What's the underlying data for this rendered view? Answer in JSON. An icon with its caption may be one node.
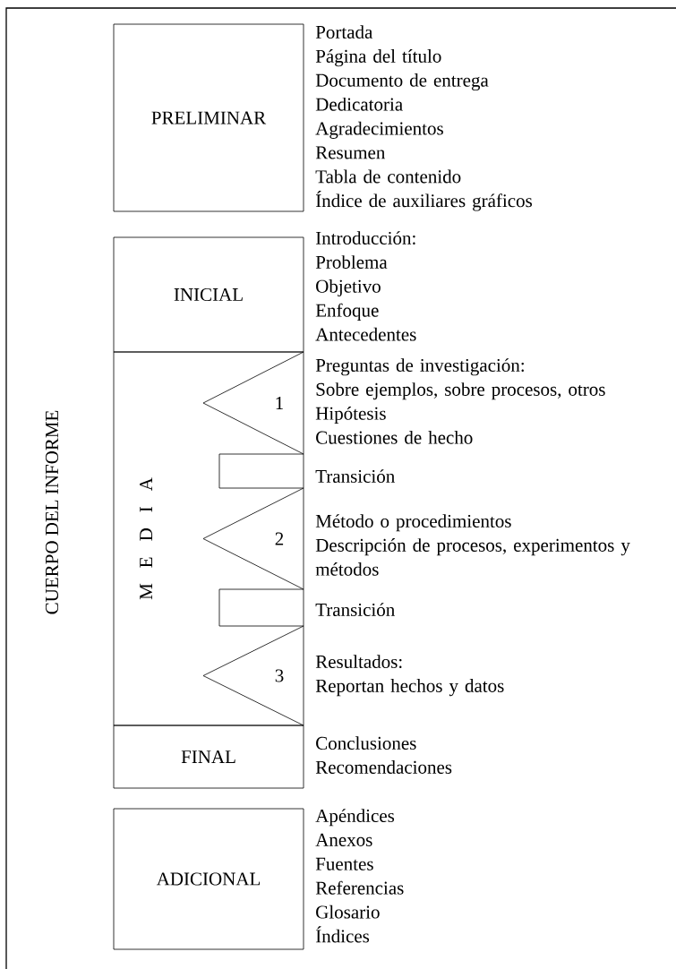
{
  "diagram": {
    "nodes": [
      {
        "text": [
          "PRELIMINAR"
        ],
        "beside": [
          "Portada",
          "Página del título",
          "Documento de entrega",
          "Dedicatoria",
          "Agradecimientos",
          "Resumen",
          "Tabla de contenido",
          "Índice de auxiliares gráficos"
        ]
      },
      {
        "text": [
          "INICIAL"
        ],
        "beside": [
          "Introducción:",
          "Problema",
          "Objetivo",
          "Enfoque",
          "Antecedentes"
        ]
      },
      {
        "text": [
          "M E D I A"
        ]
      },
      {
        "text": [
          "1"
        ],
        "in": 2,
        "beside": [
          "Preguntas de investigación:",
          "Sobre ejemplos, sobre procesos, otros",
          "Hipótesis",
          "Cuestiones de hecho"
        ]
      },
      {
        "text": [],
        "shape": "box",
        "in": 2,
        "beside": [
          "Transición"
        ]
      },
      {
        "text": [
          "2"
        ],
        "in": 2,
        "beside": [
          "Método o procedimientos",
          "Descripción de procesos, experimentos y métodos"
        ]
      },
      {
        "text": [],
        "shape": "box",
        "in": 2,
        "beside": [
          "Transición"
        ]
      },
      {
        "text": [
          "3"
        ],
        "in": 2,
        "beside": [
          "Resultados:",
          "Reportan hechos y datos"
        ]
      },
      {
        "text": [
          "FINAL"
        ],
        "beside": [
          "Conclusiones",
          "Recomendaciones"
        ]
      },
      {
        "text": [
          "ADICIONAL"
        ],
        "beside": [
          "Apéndices",
          "Anexos",
          "Fuentes",
          "Referencias",
          "Glosario",
          "Índices"
        ]
      }
    ],
    "labels": [
      "CUERPO DEL INFORME"
    ]
  }
}
